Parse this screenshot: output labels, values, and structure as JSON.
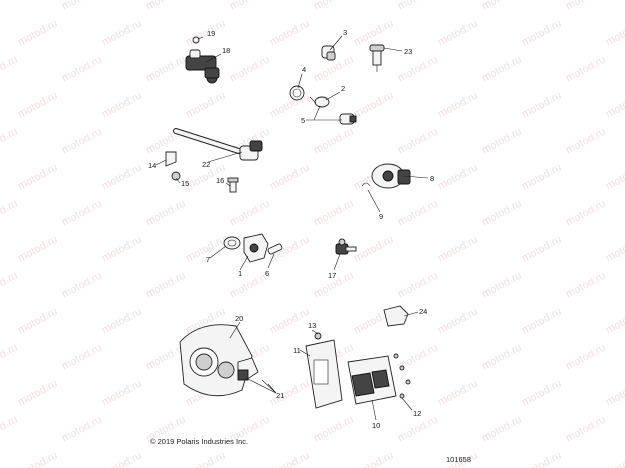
{
  "footer": {
    "copyright": "© 2019 Polaris Industries Inc.",
    "doc_number": "101658"
  },
  "watermark": {
    "text": "motod.ru",
    "color": "#e9c8c8"
  },
  "callouts": [
    "1",
    "2",
    "3",
    "4",
    "5",
    "6",
    "7",
    "8",
    "9",
    "10",
    "11",
    "12",
    "13",
    "14",
    "15",
    "16",
    "17",
    "18",
    "19",
    "20",
    "21",
    "22",
    "23",
    "24"
  ]
}
